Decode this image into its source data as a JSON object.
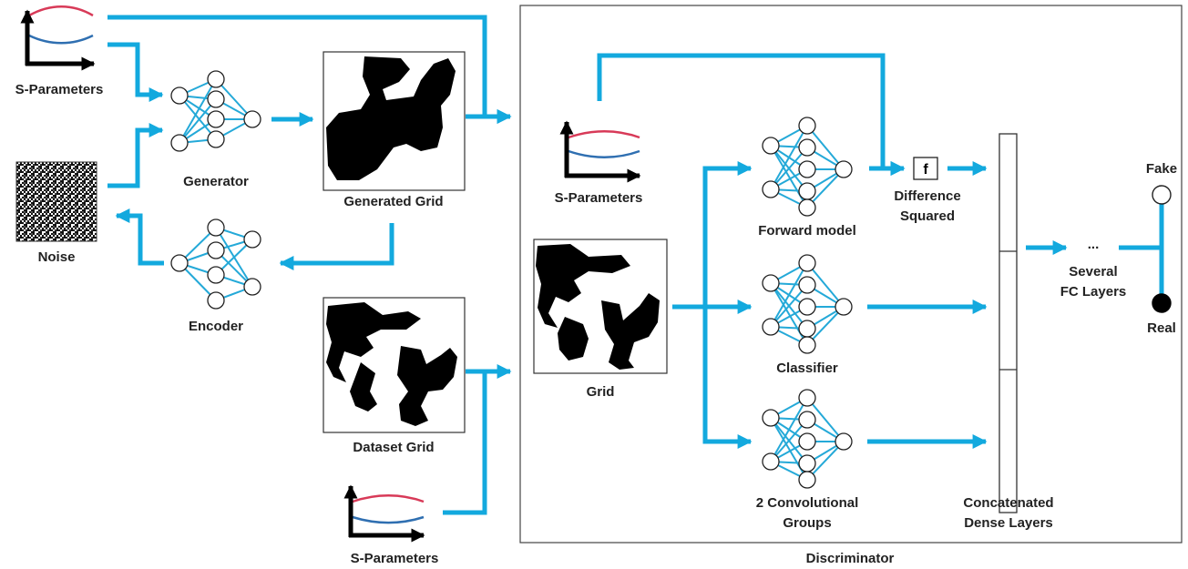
{
  "colors": {
    "arrow": "#13a9de",
    "net": "#24a9d8",
    "curve_red": "#d83a58",
    "curve_blue": "#2f6fb1",
    "ink": "#000000"
  },
  "labels": {
    "s_params_top": "S-Parameters",
    "noise": "Noise",
    "generator": "Generator",
    "encoder": "Encoder",
    "generated_grid": "Generated Grid",
    "dataset_grid": "Dataset Grid",
    "s_params_bottom": "S-Parameters",
    "discriminator": "Discriminator",
    "s_params_disc": "S-Parameters",
    "grid": "Grid",
    "forward_model": "Forward model",
    "classifier": "Classifier",
    "conv_line1": "2 Convolutional",
    "conv_line2": "Groups",
    "diff_line1": "Difference",
    "diff_line2": "Squared",
    "f_box": "f",
    "concat_line1": "Concatenated",
    "concat_line2": "Dense Layers",
    "ellipsis": "...",
    "fc_line1": "Several",
    "fc_line2": "FC Layers",
    "fake": "Fake",
    "real": "Real"
  },
  "icons": [
    "s-parameter-plot-icon",
    "neural-network-icon",
    "noise-image-icon",
    "binary-grid-icon"
  ]
}
